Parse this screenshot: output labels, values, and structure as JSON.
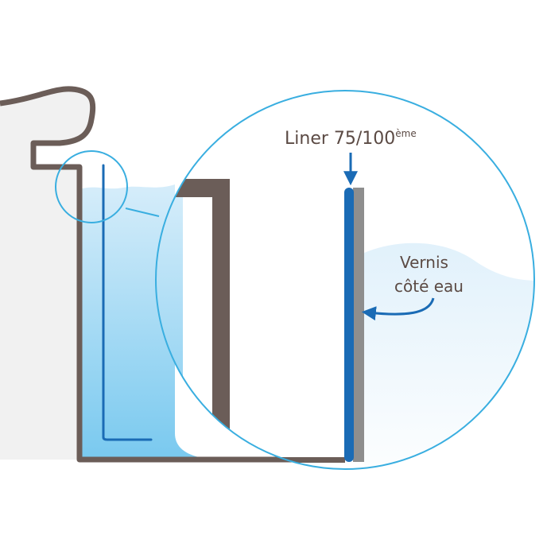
{
  "labels": {
    "liner_main": "Liner 75/100",
    "liner_sup": "ème",
    "vernis_line1": "Vernis",
    "vernis_line2": "côté eau"
  },
  "colors": {
    "wall": "#6b5d58",
    "liner": "#1a6bb5",
    "circle": "#39aee0",
    "water_light": "#dbeefa",
    "water_deep": "#6cc6ef",
    "varnish": "#8e8e8e",
    "ground": "#f1f1f1",
    "text": "#5b4a44"
  }
}
